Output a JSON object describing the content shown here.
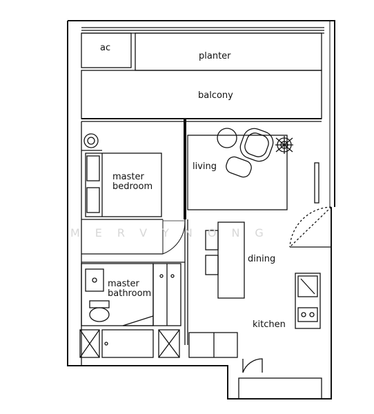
{
  "labels": {
    "ac": "ac",
    "planter": "planter",
    "balcony": "balcony",
    "living": "living",
    "master_bedroom_line1": "master",
    "master_bedroom_line2": "bedroom",
    "master_bathroom_line1": "master",
    "master_bathroom_line2": "bathroom",
    "dining": "dining",
    "kitchen": "kitchen"
  },
  "watermark": "MERVYNONG",
  "colors": {
    "line": "#111111",
    "stroke_light": "#555555",
    "background": "#ffffff"
  }
}
